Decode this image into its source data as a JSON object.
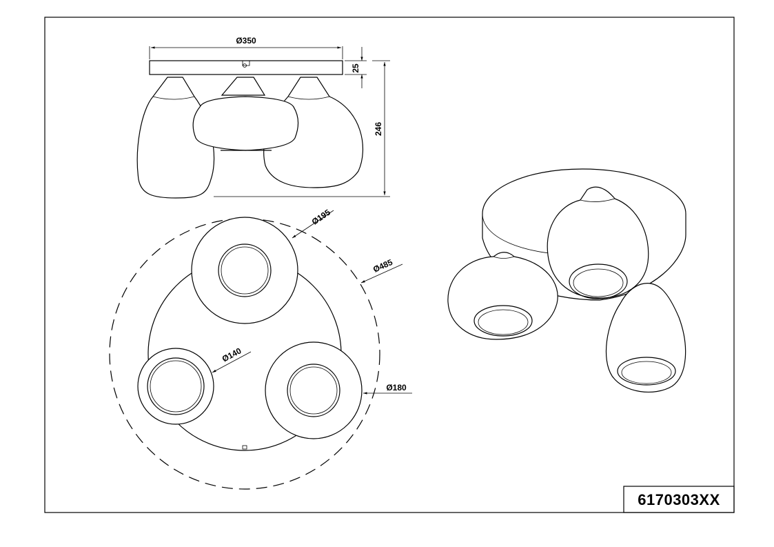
{
  "drawing": {
    "dimensions": {
      "base_diameter": "Ø350",
      "base_height": "25",
      "total_height": "246",
      "shade_large_diameter": "Ø195",
      "overall_diameter": "Ø485",
      "shade_small_diameter": "Ø140",
      "shade_medium_diameter": "Ø180"
    },
    "product_code": "6170303XX",
    "line_color": "#000000",
    "background_color": "#ffffff"
  }
}
